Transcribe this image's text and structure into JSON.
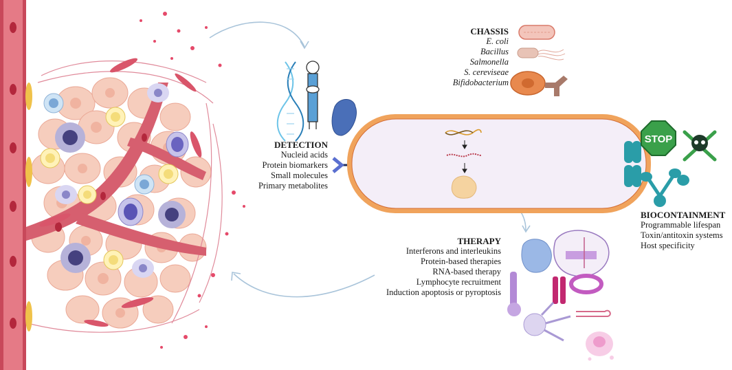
{
  "detection": {
    "title": "DETECTION",
    "items": [
      "Nucleid acids",
      "Protein biomarkers",
      "Small molecules",
      "Primary metabolites"
    ]
  },
  "chassis": {
    "title": "CHASSIS",
    "items": [
      "E. coli",
      "Bacillus",
      "Salmonella",
      "S. cereviseae",
      "Bifidobacterium"
    ]
  },
  "therapy": {
    "title": "THERAPY",
    "items": [
      "Interferons and interleukins",
      "Protein-based therapies",
      "RNA-based therapy",
      "Lymphocyte recruitment",
      "Induction apoptosis or pyroptosis"
    ]
  },
  "biocontainment": {
    "title": "BIOCONTAINMENT",
    "items": [
      "Programmable lifespan",
      "Toxin/antitoxin systems",
      "Host specificity"
    ],
    "stop_sign": "STOP"
  },
  "colors": {
    "vessel": "#c8485a",
    "bacterium_outer": "#f0a35c",
    "bacterium_inner": "#f4eef8",
    "stop_green": "#3aa04a",
    "receptor": "#5a6fd0",
    "arrow": "#a9c4da",
    "tumor_cell": "#f6c9b8"
  }
}
